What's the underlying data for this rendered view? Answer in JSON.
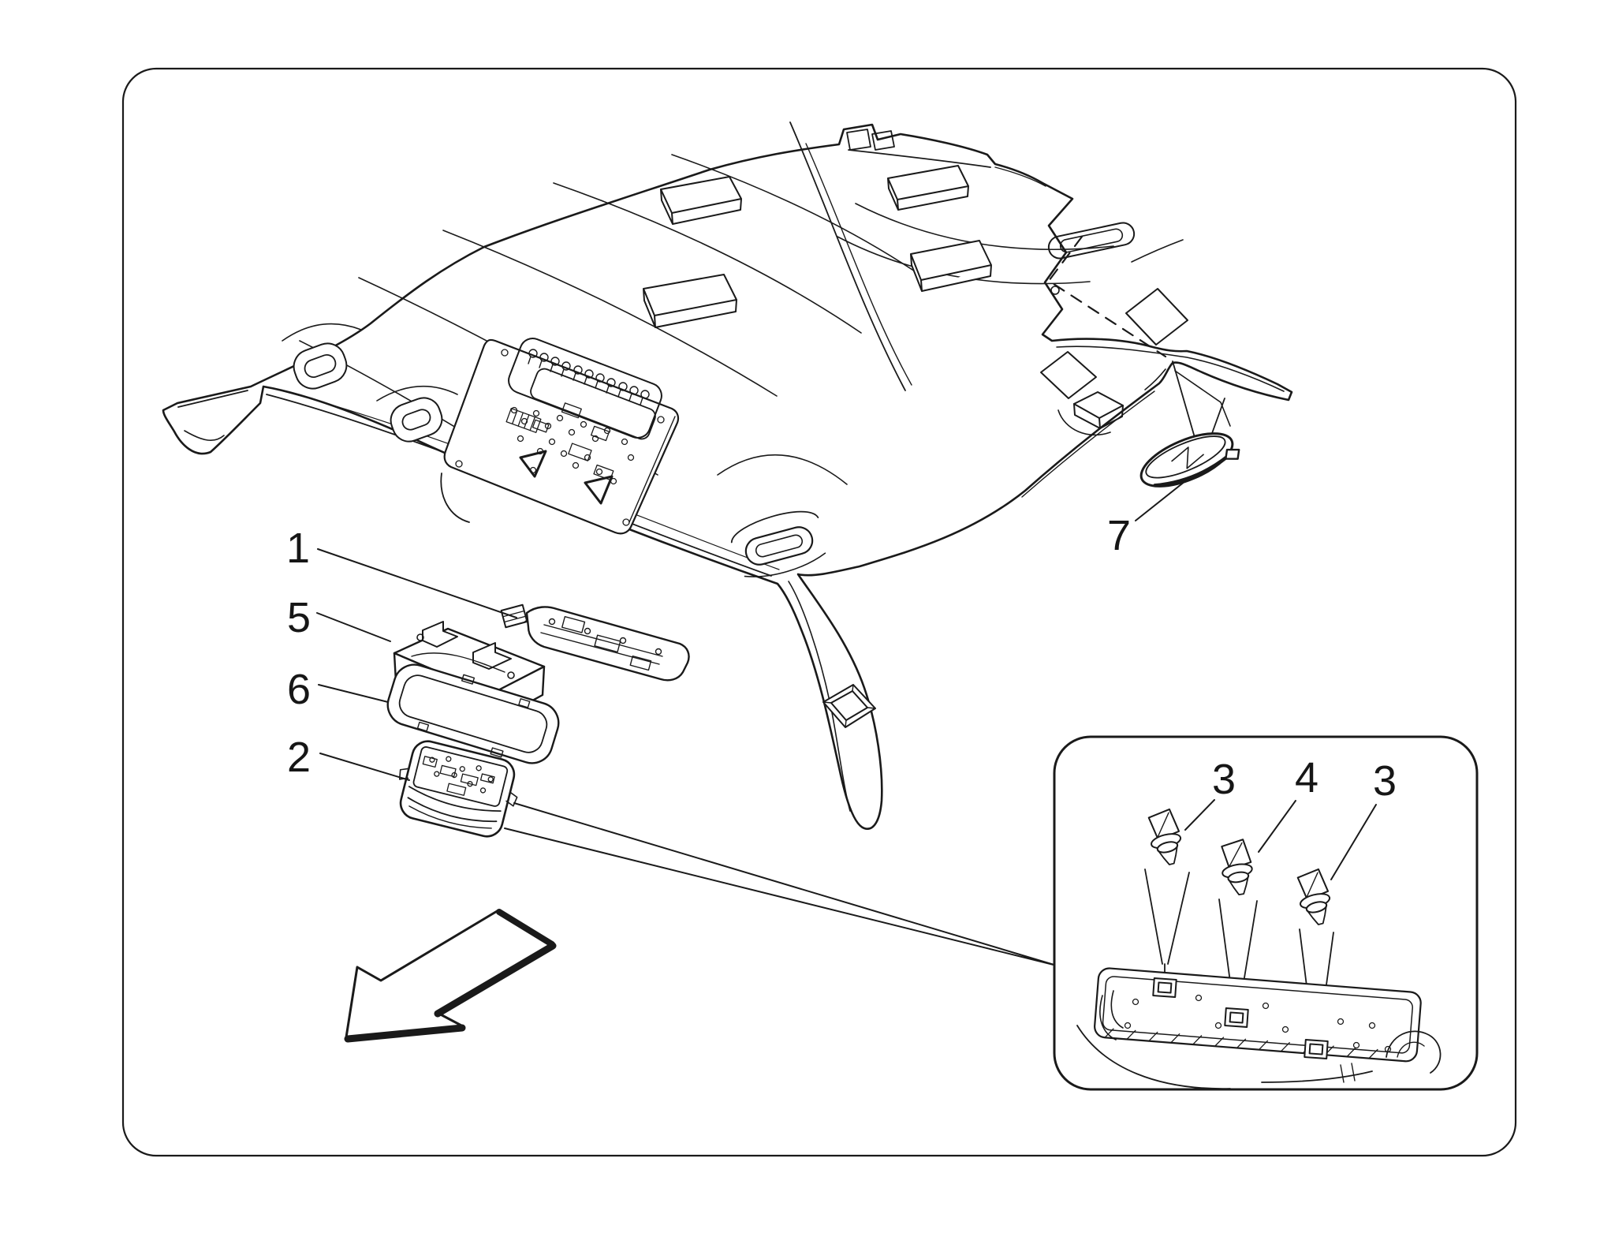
{
  "page": {
    "background": "#ffffff",
    "line_color": "#1a1a1a"
  },
  "figure": {
    "type": "exploded-parts-line-diagram",
    "subject": "vehicle roof headliner with interior courtesy lights",
    "callouts": [
      {
        "id": "part-1",
        "label": "1"
      },
      {
        "id": "part-5",
        "label": "5"
      },
      {
        "id": "part-6",
        "label": "6"
      },
      {
        "id": "part-2",
        "label": "2"
      },
      {
        "id": "part-7",
        "label": "7"
      }
    ],
    "inset": {
      "callouts": [
        {
          "id": "bulb-3-left",
          "label": "3"
        },
        {
          "id": "bulb-4-middle",
          "label": "4"
        },
        {
          "id": "bulb-3-right",
          "label": "3"
        }
      ]
    }
  }
}
